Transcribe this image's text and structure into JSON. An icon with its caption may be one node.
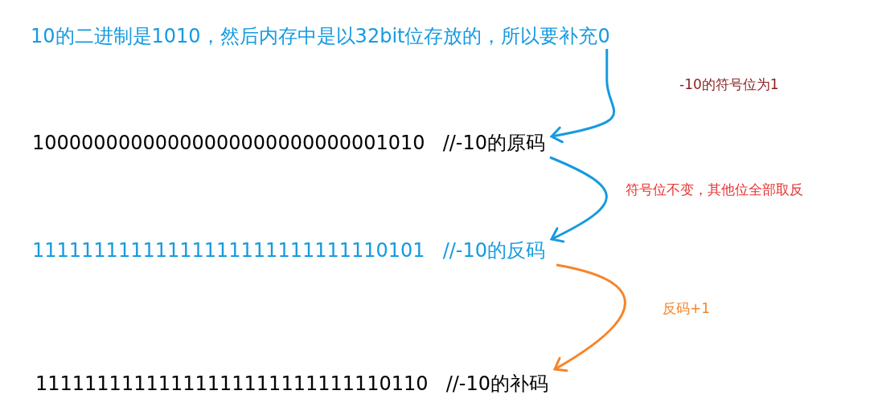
{
  "diagram": {
    "nodes": [
      {
        "text": [
          "10的二进制是1010，然后内存中是以32bit位存放的，所以要补充0"
        ]
      },
      {
        "text": [
          "10000000000000000000000000001010",
          "//-10的原码"
        ]
      },
      {
        "text": [
          "11111111111111111111111111110101",
          "//-10的反码"
        ]
      },
      {
        "text": [
          "11111111111111111111111111110110",
          "//-10的补码"
        ]
      }
    ],
    "edges": [
      {
        "from": 0,
        "to": 1,
        "arrow": "to",
        "label": "-10的符号位为1"
      },
      {
        "from": 1,
        "to": 2,
        "arrow": "to",
        "label": "符号位不变，其他位全部取反"
      },
      {
        "from": 2,
        "to": 3,
        "arrow": "to",
        "label": "反码+1",
        "color": "#f5842b"
      }
    ]
  }
}
